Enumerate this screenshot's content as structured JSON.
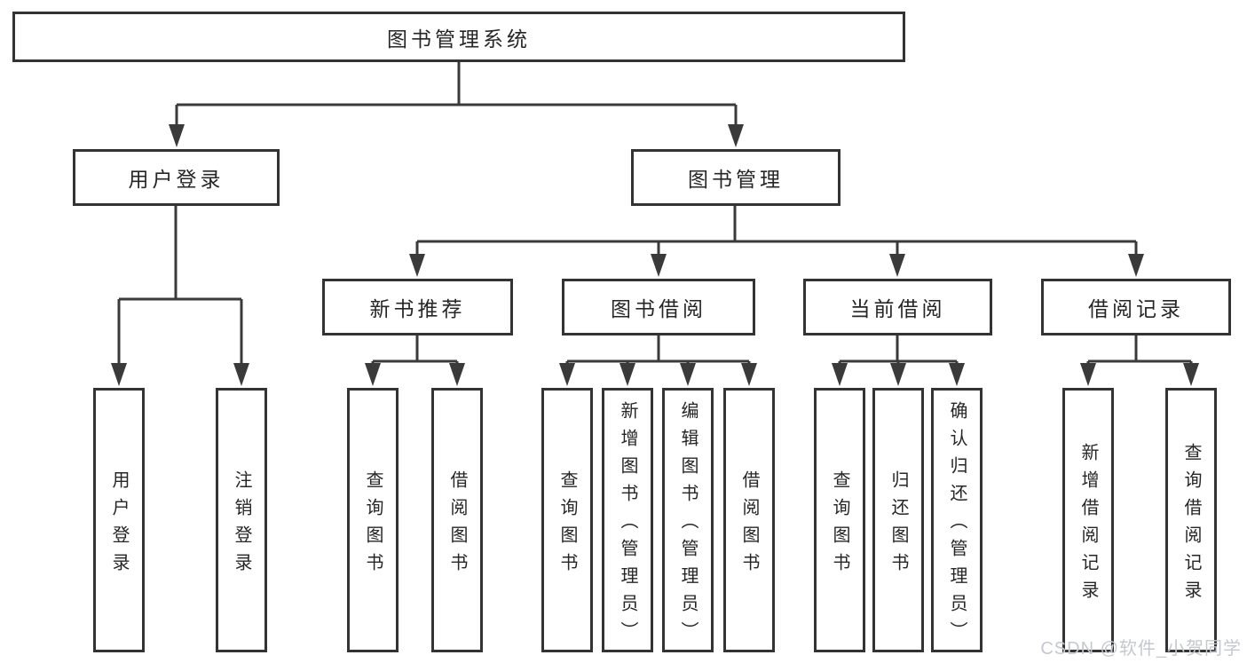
{
  "theme": {
    "line_color": "#3a3a3a",
    "box_border_color": "#333333",
    "text_color": "#262626",
    "background": "#ffffff",
    "watermark_color": "#c5c8d0"
  },
  "diagram": {
    "root": {
      "label": "图书管理系统"
    },
    "branches": [
      {
        "label": "用户登录",
        "children": [
          {
            "label": "用户登录"
          },
          {
            "label": "注销登录"
          }
        ]
      },
      {
        "label": "图书管理",
        "children": [
          {
            "label": "新书推荐",
            "children": [
              {
                "label": "查询图书"
              },
              {
                "label": "借阅图书"
              }
            ]
          },
          {
            "label": "图书借阅",
            "children": [
              {
                "label": "查询图书"
              },
              {
                "label": "新增图书（管理员）"
              },
              {
                "label": "编辑图书（管理员）"
              },
              {
                "label": "借阅图书"
              }
            ]
          },
          {
            "label": "当前借阅",
            "children": [
              {
                "label": "查询图书"
              },
              {
                "label": "归还图书"
              },
              {
                "label": "确认归还（管理员）"
              }
            ]
          },
          {
            "label": "借阅记录",
            "children": [
              {
                "label": "新增借阅记录"
              },
              {
                "label": "查询借阅记录"
              }
            ]
          }
        ]
      }
    ]
  },
  "watermark": {
    "text": "CSDN @软件_小贺同学"
  }
}
